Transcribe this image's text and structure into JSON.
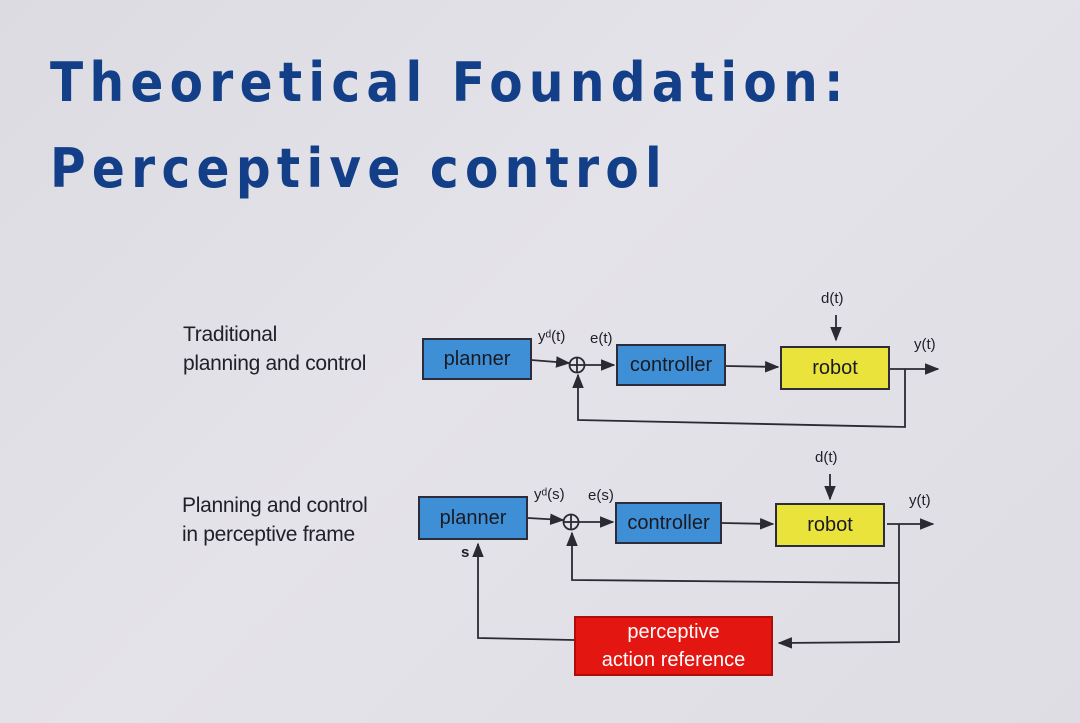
{
  "slide": {
    "title_line1": "Theoretical Foundation:",
    "title_line2": "Perceptive control"
  },
  "traditional": {
    "label_line1": "Traditional",
    "label_line2": "planning and control",
    "planner": "planner",
    "controller": "controller",
    "robot": "robot",
    "ref_signal": "yᵈ(t)",
    "error_signal": "e(t)",
    "disturbance": "d(t)",
    "output": "y(t)"
  },
  "perceptive": {
    "label_line1": "Planning and control",
    "label_line2": "in perceptive frame",
    "planner": "planner",
    "controller": "controller",
    "robot": "robot",
    "ref_signal": "yᵈ(s)",
    "error_signal": "e(s)",
    "disturbance": "d(t)",
    "output": "y(t)",
    "feedback_s": "s",
    "perceptive_line1": "perceptive",
    "perceptive_line2": "action reference"
  }
}
